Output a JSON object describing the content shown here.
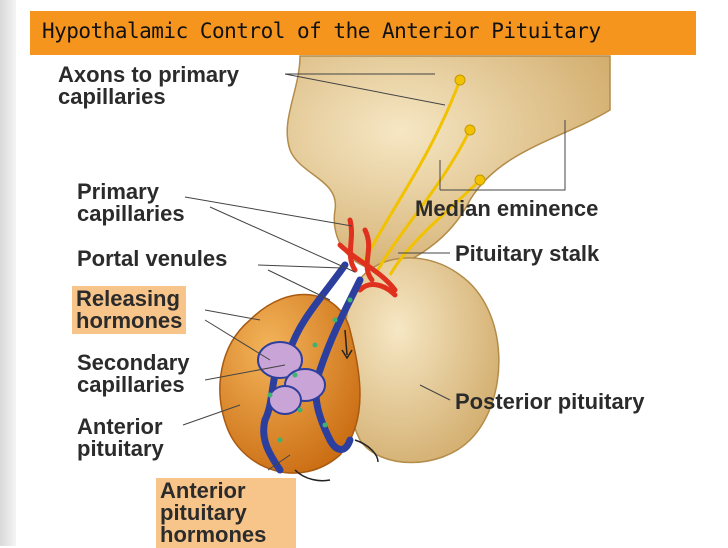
{
  "title": "Hypothalamic Control of the Anterior Pituitary",
  "labels": {
    "axons": [
      "Axons to primary",
      "capillaries"
    ],
    "primary_capillaries": [
      "Primary",
      "capillaries"
    ],
    "portal_venules": "Portal venules",
    "releasing_hormones": [
      "Releasing",
      "hormones"
    ],
    "secondary_capillaries": [
      "Secondary",
      "capillaries"
    ],
    "anterior_pituitary": [
      "Anterior",
      "pituitary"
    ],
    "anterior_pituitary_hormones": [
      "Anterior",
      "pituitary",
      "hormones"
    ],
    "median_eminence": "Median eminence",
    "pituitary_stalk": "Pituitary stalk",
    "posterior_pituitary": "Posterior pituitary"
  },
  "colors": {
    "title_bar": "#f6951e",
    "label_box": "#f7c48a",
    "tissue": "#e6c98f",
    "anterior_lobe": "#e08a22",
    "vessels_blue": "#2d3f9e",
    "vessels_red": "#e0301e",
    "axons": "#f2c200"
  }
}
